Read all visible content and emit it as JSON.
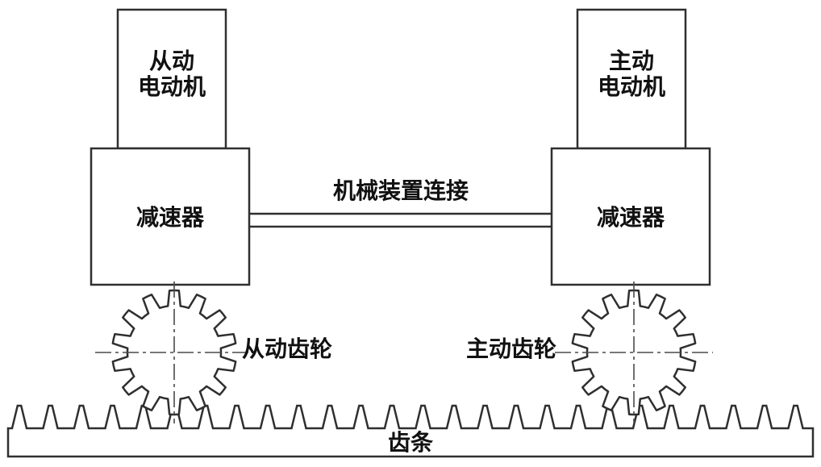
{
  "colors": {
    "line": "#2f2f2f",
    "text": "#111111",
    "background": "#ffffff"
  },
  "labels": {
    "left_motor_line1": "从动",
    "left_motor_line2": "电动机",
    "right_motor_line1": "主动",
    "right_motor_line2": "电动机",
    "left_reducer": "减速器",
    "right_reducer": "减速器",
    "connection": "机械装置连接",
    "left_gear": "从动齿轮",
    "right_gear": "主动齿轮",
    "rack": "齿条"
  }
}
